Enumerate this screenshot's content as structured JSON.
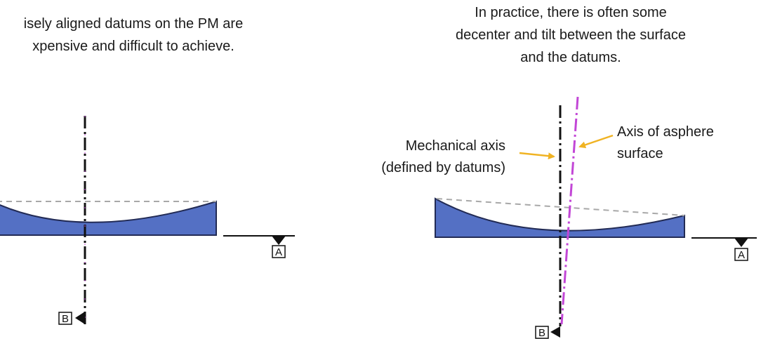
{
  "left_panel": {
    "caption_lines": [
      "isely aligned datums on the PM are",
      "xpensive and difficult to achieve."
    ],
    "datum_a_label": "A",
    "datum_b_label": "B"
  },
  "right_panel": {
    "caption_lines": [
      "In practice, there is often some",
      "decenter and tilt between the surface",
      "and the datums."
    ],
    "mechanical_axis_label": [
      "Mechanical axis",
      "(defined by datums)"
    ],
    "asphere_axis_label": [
      "Axis of asphere",
      "surface"
    ],
    "datum_a_label": "A",
    "datum_b_label": "B"
  },
  "colors": {
    "lens_fill": "#5470c4",
    "lens_stroke": "#222b55",
    "asphere_axis": "#c246d6",
    "arrow": "#f0b323",
    "reference_dash": "#a8a8a8",
    "datum_line": "#111111"
  }
}
